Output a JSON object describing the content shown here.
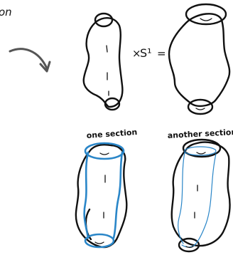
{
  "header_fragment": "on",
  "equation": {
    "times_symbol": "×",
    "factor": "S¹",
    "equals": "="
  },
  "captions": {
    "left": "one section",
    "right": "another section"
  },
  "colors": {
    "ink": "#111111",
    "section": "#2a86c8"
  },
  "icons": [
    "curved-arrow-icon"
  ]
}
